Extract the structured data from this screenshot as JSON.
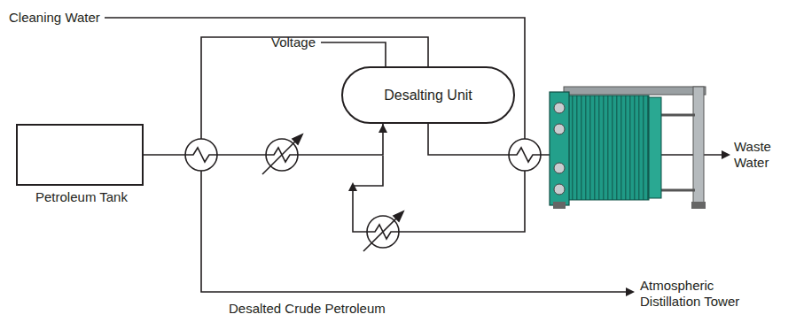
{
  "diagram": {
    "nodes": [
      {
        "text": [
          "Petroleum Tank"
        ]
      },
      {
        "text": [
          "Desalting Unit"
        ]
      }
    ],
    "edges": [
      {
        "from": 0,
        "to": 1,
        "arrow": "to"
      }
    ],
    "labels": [
      "Cleaning Water",
      "Voltage",
      "Waste Water",
      "Desalted Crude Petroleum",
      "Atmospheric Distillation Tower"
    ]
  }
}
